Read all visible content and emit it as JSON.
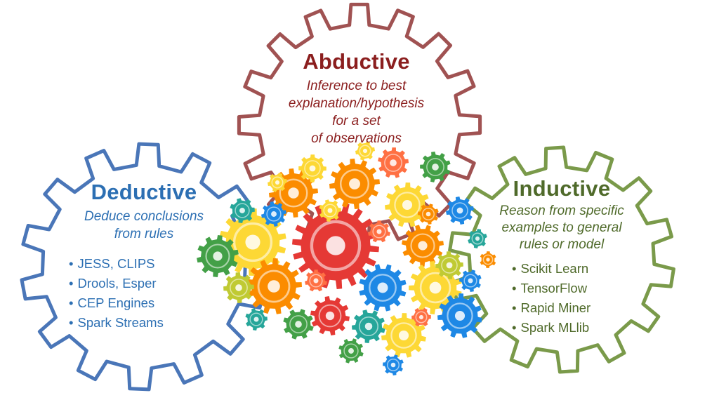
{
  "colors": {
    "abductive": "#a05252",
    "deductive": "#4a76b8",
    "inductive": "#7a9a4a",
    "abductive_text": "#8b1e1e",
    "deductive_text": "#2c6fb3",
    "inductive_text": "#4f6a2a"
  },
  "abductive": {
    "title": "Abductive",
    "description_lines": [
      "Inference to best",
      "explanation/hypothesis",
      "for a set",
      "of observations"
    ]
  },
  "deductive": {
    "title": "Deductive",
    "description_lines": [
      "Deduce conclusions",
      "from rules"
    ],
    "items": [
      "JESS, CLIPS",
      "Drools, Esper",
      "CEP Engines",
      "Spark Streams"
    ]
  },
  "inductive": {
    "title": "Inductive",
    "description_lines": [
      "Reason from specific",
      "examples to general",
      "rules or model"
    ],
    "items": [
      "Scikit Learn",
      "TensorFlow",
      "Rapid Miner",
      "Spark MLlib"
    ]
  },
  "center_graphic": {
    "name": "brain-of-gears-illustration",
    "palette": [
      "#e53935",
      "#fb8c00",
      "#fdd835",
      "#43a047",
      "#1e88e5",
      "#26a69a",
      "#ff7043",
      "#c0ca33"
    ]
  }
}
